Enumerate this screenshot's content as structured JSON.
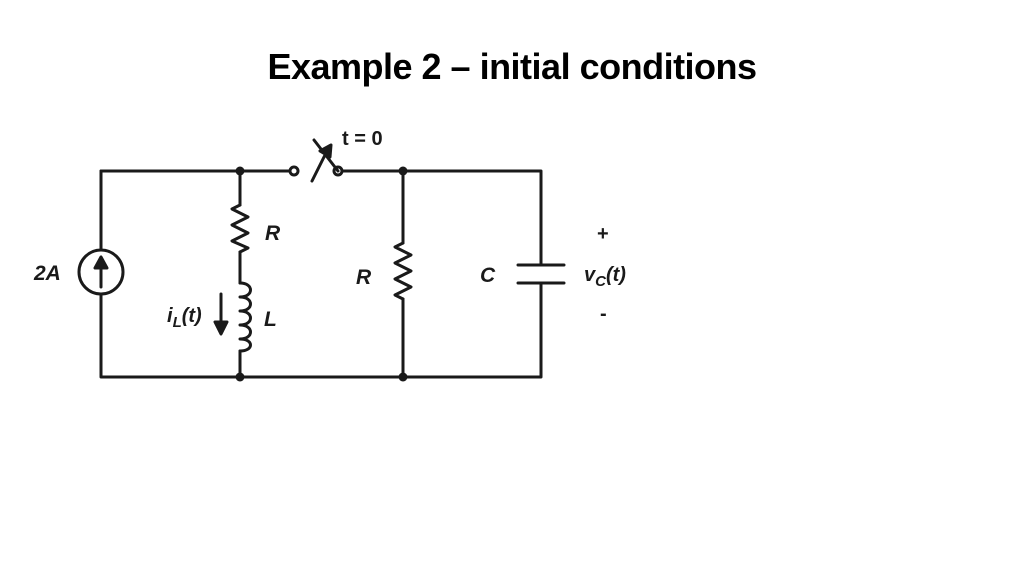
{
  "slide": {
    "title": "Example 2 – initial conditions"
  },
  "circuit": {
    "switch_label": "t = 0",
    "source_label": "2A",
    "resistor_top_label": "R",
    "inductor_label": "L",
    "inductor_current_label": "i",
    "inductor_current_sub": "L",
    "inductor_current_suffix": "(t)",
    "resistor_mid_label": "R",
    "capacitor_label": "C",
    "plus_label": "+",
    "minus_label": "-",
    "voltage_label": "v",
    "voltage_sub": "C",
    "voltage_suffix": "(t)"
  }
}
